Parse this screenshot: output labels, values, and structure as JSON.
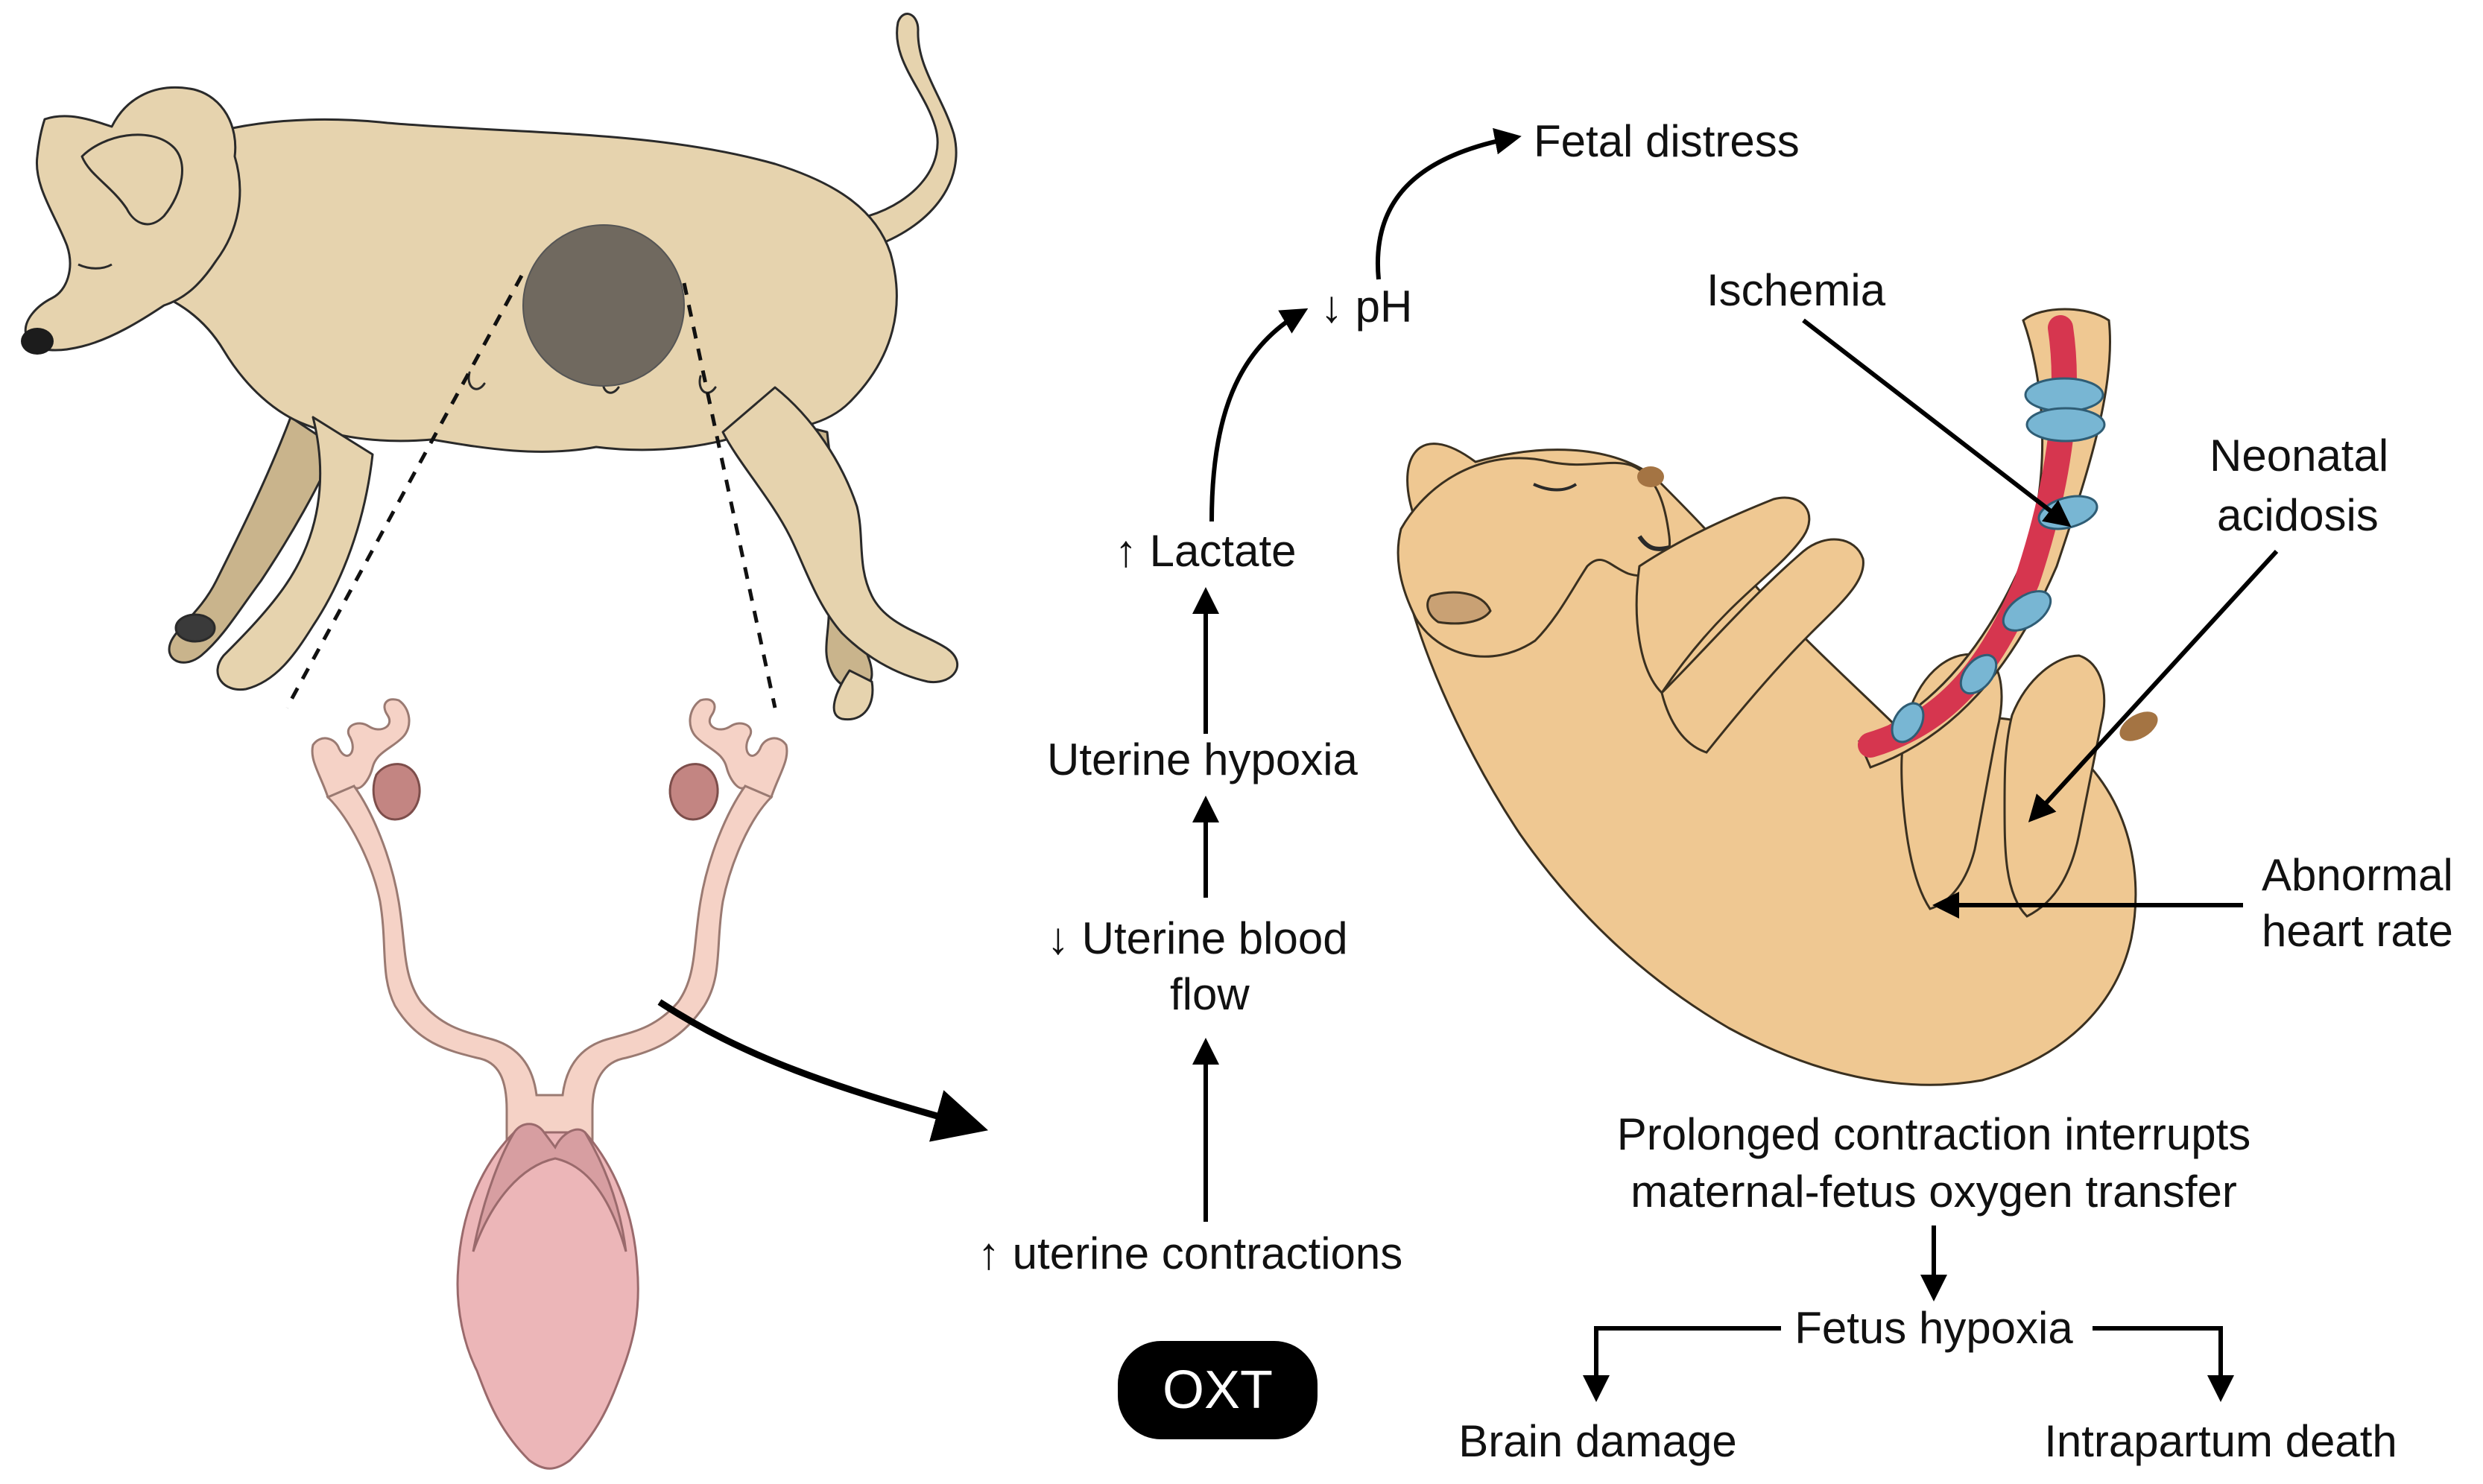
{
  "labels": {
    "fetal_distress": "Fetal distress",
    "ph": "↓ pH",
    "lactate": "↑ Lactate",
    "uterine_hypoxia": "Uterine hypoxia",
    "uterine_blood_flow_line1": "↓ Uterine blood",
    "uterine_blood_flow_line2": "flow",
    "uterine_contractions": "↑ uterine contractions",
    "oxt": "OXT",
    "ischemia": "Ischemia",
    "neonatal_acidosis_line1": "Neonatal",
    "neonatal_acidosis_line2": "acidosis",
    "abnormal_heart_rate_line1": "Abnormal",
    "abnormal_heart_rate_line2": "heart rate",
    "prolonged_line1": "Prolonged contraction interrupts",
    "prolonged_line2": "maternal-fetus oxygen transfer",
    "fetus_hypoxia": "Fetus hypoxia",
    "brain_damage": "Brain damage",
    "intrapartum_death": "Intrapartum death"
  },
  "colors": {
    "dog_fur": "#e6d3ae",
    "dog_shadow": "#c9b48c",
    "uterus_highlight": "#70695f",
    "uterus": "#f5d2c6",
    "ovary": "#c38582",
    "cervix": "#ecb6b8",
    "puppy_fur": "#efc892",
    "cord_red": "#d6364f",
    "cord_blue": "#78b6d3",
    "oxt_badge": "#000000"
  }
}
